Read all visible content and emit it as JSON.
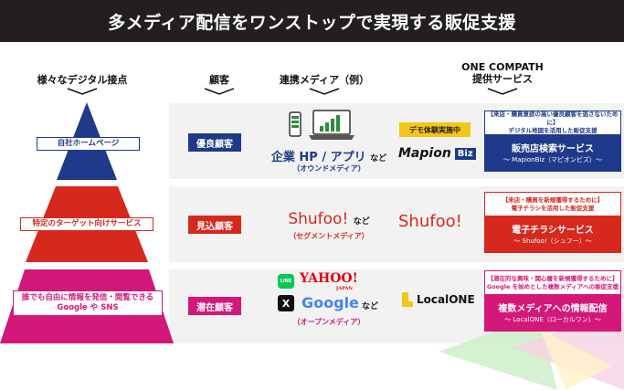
{
  "banner": {
    "title": "多メディア配信をワンストップで実現する販促支援"
  },
  "headers": {
    "touchpoints": "様々なデジタル接点",
    "customers": "顧客",
    "media": "連携メディア（例）",
    "service_line1": "ONE COMPATH",
    "service_line2": "提供サービス"
  },
  "tiers": [
    {
      "touchpoint": "自社ホームページ",
      "customer": "優良顧客",
      "media_main": "企業 HP / アプリ",
      "media_suffix": "など",
      "media_sub": "（オウンドメディア）",
      "badge": "デモ体験実施中",
      "logo": "Mapion",
      "logo_badge": "Biz",
      "service_caption_1": "【来店・購買意欲の高い優良顧客を逃さないために】",
      "service_caption_2": "デジタル地図を活用した販促支援",
      "service_name": "販売店検索サービス",
      "service_sub": "～ MapionBiz（マピオンビズ）～"
    },
    {
      "touchpoint": "特定のターゲット向けサービス",
      "customer": "見込顧客",
      "media_main": "Shufoo!",
      "media_suffix": "など",
      "media_sub": "（セグメントメディア）",
      "logo": "Shufoo!",
      "service_caption_1": "【来店・購買を新規獲得するために】",
      "service_caption_2": "電子チラシを活用した販促支援",
      "service_name": "電子チラシサービス",
      "service_sub": "～ Shufoo!（シュフー）～"
    },
    {
      "touchpoint_line1": "誰でも自由に情報を発信・閲覧できる",
      "touchpoint_line2": "Google や SNS",
      "customer": "潜在顧客",
      "media_line": "LINE",
      "media_yahoo": "YAHOO!",
      "media_yahoo_sub": "JAPAN",
      "media_x": "X",
      "media_google": "Google",
      "media_suffix": "など",
      "media_sub": "（オープンメディア）",
      "logo": "LocalONE",
      "service_caption_1": "【潜在的な興味・関心層を新規獲得するために】",
      "service_caption_2": "Google を始めとした複数メディアへの販促支援",
      "service_name": "複数メディアへの情報配信",
      "service_sub": "～ LocalONE（ローカルワン）～"
    }
  ],
  "colors": {
    "banner": "#231f20",
    "navy": "#1f3a8a",
    "red": "#d7281e",
    "magenta": "#d4187a",
    "band": "#f2f2f2",
    "yellow": "#f5c518"
  }
}
